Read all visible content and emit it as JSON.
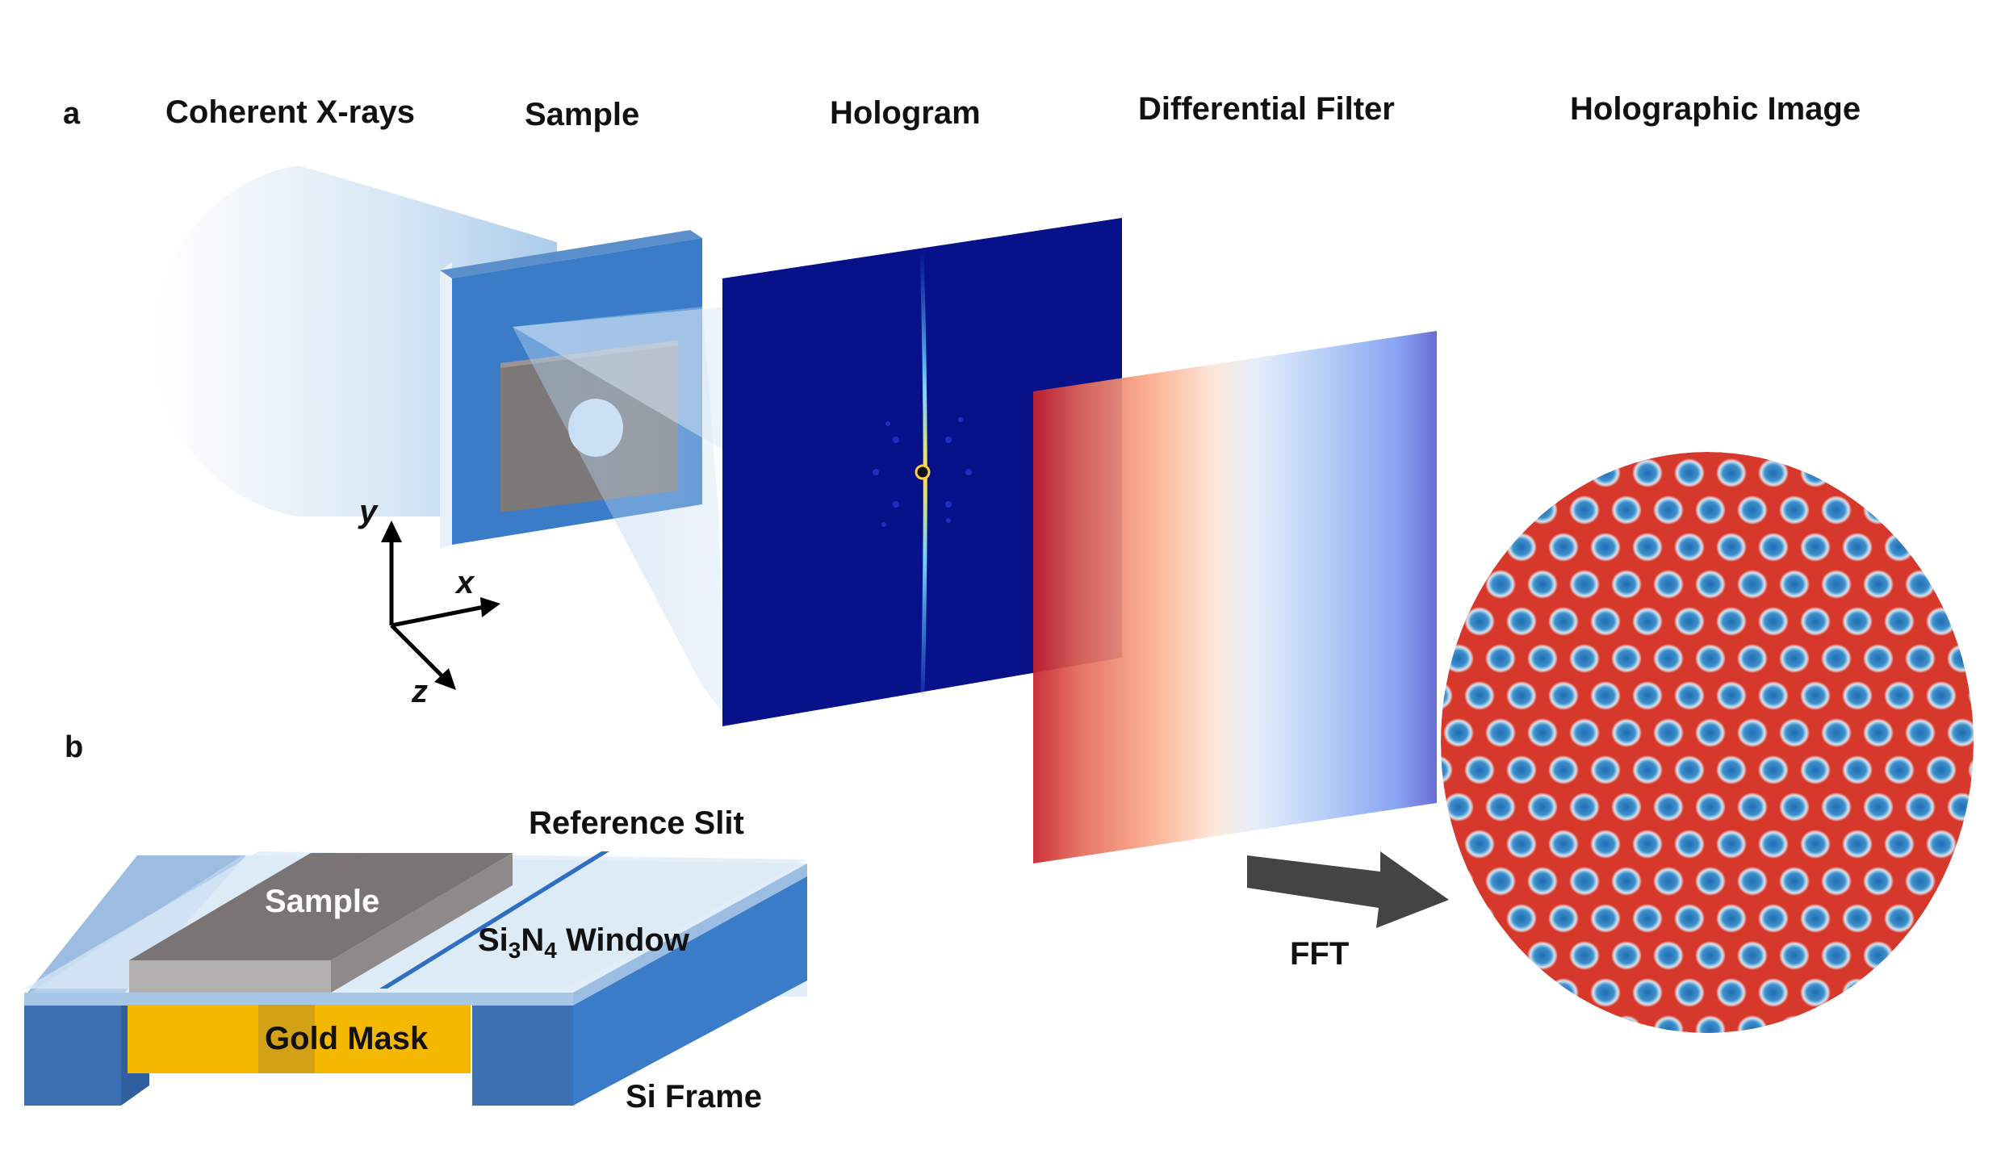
{
  "panel_a": {
    "letter": "a",
    "titles": [
      "Coherent X-rays",
      "Sample",
      "Hologram",
      "Differential Filter",
      "Holographic Image"
    ],
    "axes": {
      "x": "x",
      "y": "y",
      "z": "z"
    },
    "fft_label": "FFT"
  },
  "panel_b": {
    "letter": "b",
    "reference_slit": "Reference Slit",
    "sample": "Sample",
    "window": {
      "prefix": "Si",
      "sub1": "3",
      "mid": "N",
      "sub2": "4",
      "suffix": " Window"
    },
    "gold_mask": "Gold Mask",
    "si_frame": "Si Frame"
  },
  "colors": {
    "frame_blue": "#3a7cc8",
    "hologram_bg": "#07128a",
    "gold": "#f5b800",
    "sample_gray": "#7a7474",
    "filter_red": "#c8202a",
    "filter_blue": "#5a62d0",
    "domain_blue": "#2f86c4",
    "domain_red": "#d33a2c"
  }
}
